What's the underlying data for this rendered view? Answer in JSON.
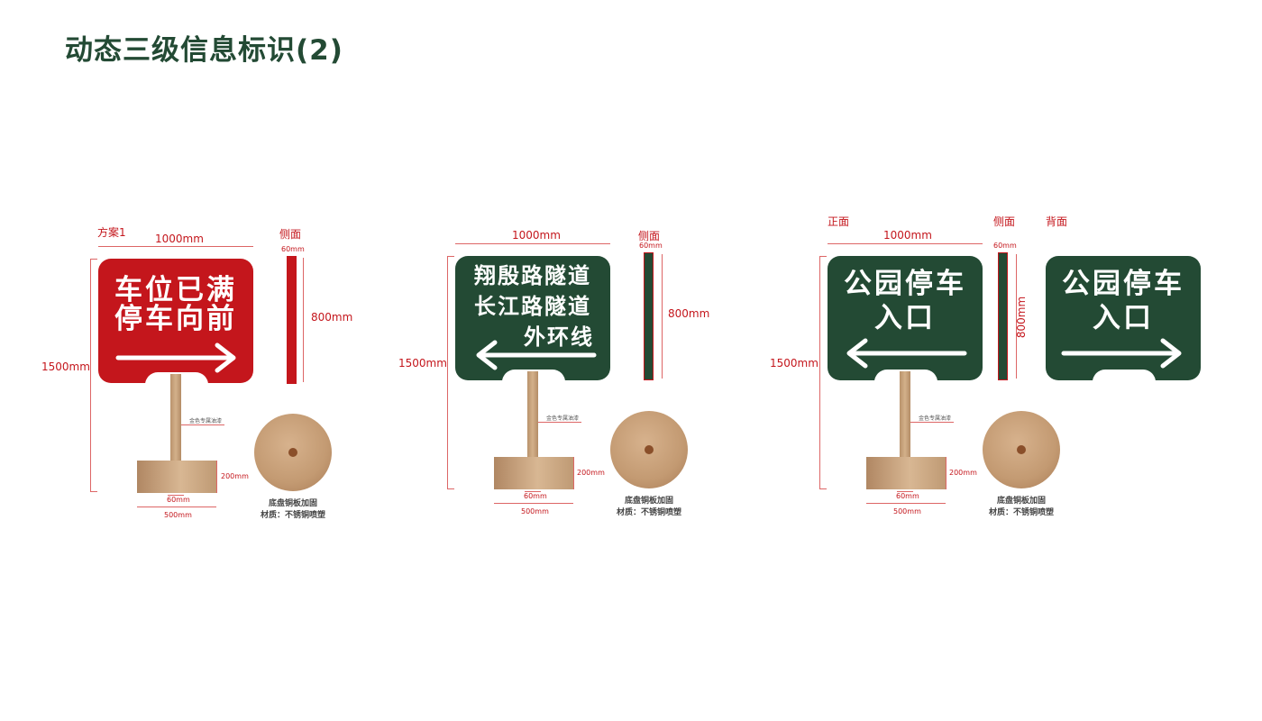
{
  "page_title": "动态三级信息标识(2)",
  "colors": {
    "red": "#c4161c",
    "green": "#234a34",
    "brass": "#c39a72"
  },
  "dims": {
    "width": "1000mm",
    "height": "1500mm",
    "sign_height": "800mm",
    "side_thickness": "60mm",
    "pole_width": "60mm",
    "base_width": "500mm",
    "base_height": "200mm"
  },
  "labels": {
    "scheme": "方案1",
    "side": "侧面",
    "front": "正面",
    "back": "背面",
    "pole_note": "金色专属油漆",
    "base_note_1": "底盘铜板加固",
    "base_note_2": "材质：不锈铜喷塑"
  },
  "signs": [
    {
      "lines": [
        "车位已满",
        "停车向前"
      ],
      "arrow": "right",
      "color": "red"
    },
    {
      "lines": [
        "翔殷路隧道",
        "长江路隧道",
        "外环线"
      ],
      "arrow": "left",
      "color": "green"
    },
    {
      "lines": [
        "公园停车",
        "入口"
      ],
      "arrow": "left",
      "color": "green"
    },
    {
      "lines": [
        "公园停车",
        "入口"
      ],
      "arrow": "right",
      "color": "green"
    }
  ]
}
